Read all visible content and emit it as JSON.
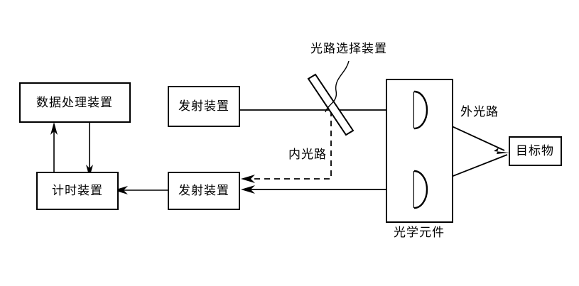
{
  "diagram": {
    "type": "block-diagram",
    "title": "",
    "background_color": "#ffffff",
    "line_color": "#000000",
    "boxes": {
      "data_processing": {
        "label": "数据处理装置"
      },
      "timing": {
        "label": "计时装置"
      },
      "transmitter_top": {
        "label": "发射装置"
      },
      "transmitter_bottom": {
        "label": "发射装置"
      },
      "target": {
        "label": "目标物"
      },
      "optical_element": {
        "label": ""
      }
    },
    "labels": {
      "path_selector": "光路选择装置",
      "external_path": "外光路",
      "internal_path": "内光路",
      "optical_element_caption": "光学元件"
    },
    "components": {
      "beam_splitter_name": "beam-splitter",
      "lens_top_name": "plano-convex-lens-top",
      "lens_bottom_name": "plano-convex-lens-bottom"
    }
  }
}
